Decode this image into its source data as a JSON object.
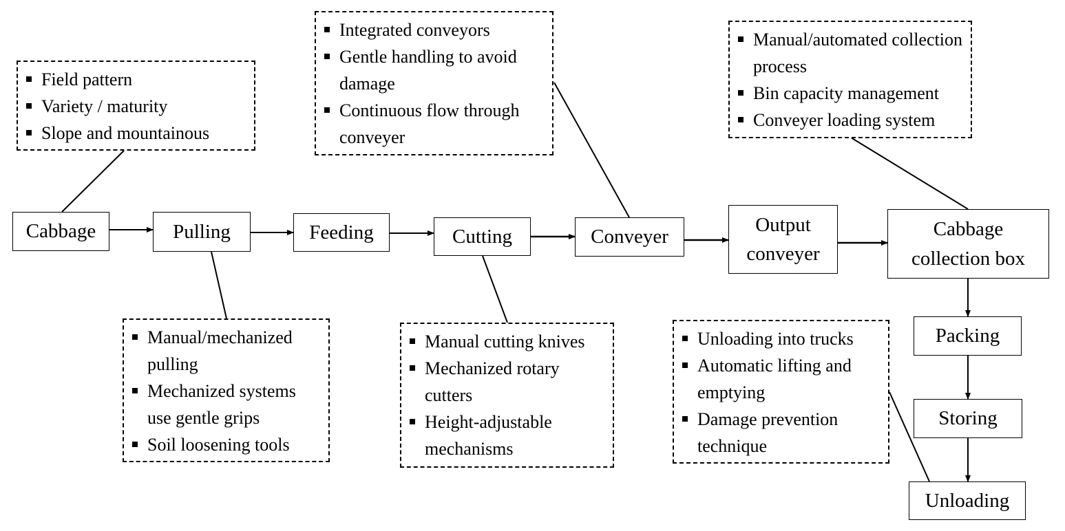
{
  "nodes": {
    "cabbage": "Cabbage",
    "pulling": "Pulling",
    "feeding": "Feeding",
    "cutting": "Cutting",
    "conveyer": "Conveyer",
    "output_conveyer": "Output\nconveyer",
    "collection_box": "Cabbage\ncollection box",
    "packing": "Packing",
    "storing": "Storing",
    "unloading": "Unloading"
  },
  "notes": {
    "cabbage": [
      "Field pattern",
      "Variety / maturity",
      "Slope and mountainous"
    ],
    "pulling": [
      "Manual/mechanized pulling",
      "Mechanized systems use gentle grips",
      "Soil loosening tools"
    ],
    "cutting": [
      "Manual cutting knives",
      "Mechanized rotary cutters",
      "Height-adjustable mechanisms"
    ],
    "conveyer": [
      "Integrated conveyors",
      "Gentle handling to avoid damage",
      "Continuous flow through conveyer"
    ],
    "collection_box": [
      "Manual/automated collection process",
      "Bin capacity management",
      "Conveyer loading system"
    ],
    "unloading": [
      "Unloading into trucks",
      "Automatic lifting and emptying",
      "Damage prevention technique"
    ]
  }
}
